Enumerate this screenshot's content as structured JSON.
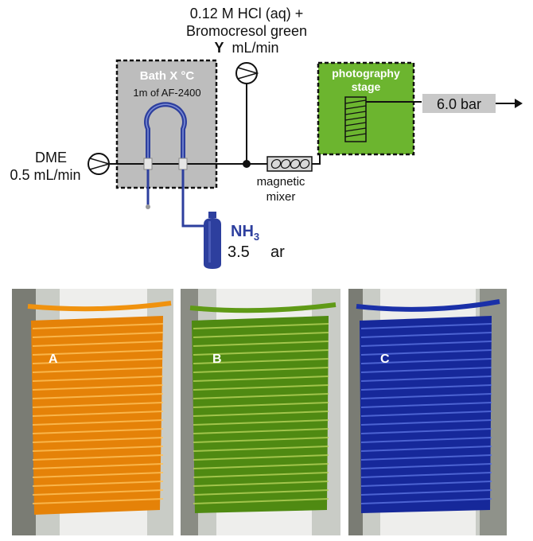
{
  "diagram": {
    "reagent_line1": "0.12 M HCl (aq) +",
    "reagent_line2": "Bromocresol green",
    "reagent_flow_var": "Y",
    "reagent_flow_unit": "mL/min",
    "bath_label": "Bath X °C",
    "tubing_label": "1m of AF-2400",
    "dme_label": "DME",
    "dme_flow": "0.5 mL/min",
    "mixer_line1": "magnetic",
    "mixer_line2": "mixer",
    "stage_line1": "photography",
    "stage_line2": "stage",
    "pressure_out": "6.0 bar",
    "gas_name": "NH",
    "gas_subscript": "3",
    "gas_pressure": "3.5",
    "gas_pressure_unit": "ar"
  },
  "photos": [
    {
      "label": "A",
      "color": "#f0920e"
    },
    {
      "label": "B",
      "color": "#5f9a16"
    },
    {
      "label": "C",
      "color": "#1a30a8"
    }
  ],
  "colors": {
    "bath_fill": "#bdbdbd",
    "stage_fill": "#6cb52f",
    "gas_blue": "#2d3f9e",
    "pressure_box": "#c8c8c8"
  }
}
